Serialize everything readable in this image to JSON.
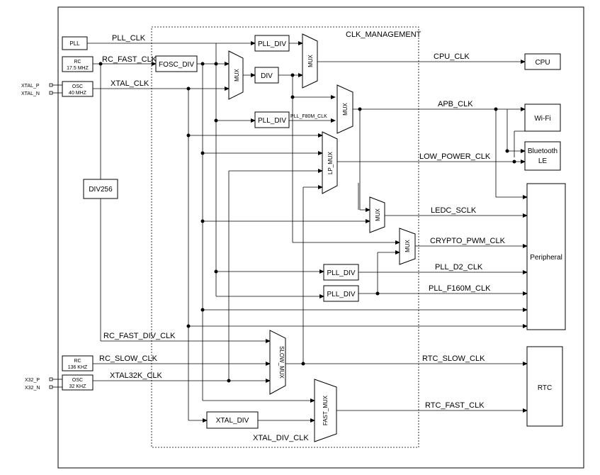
{
  "region_label": "CLK_MANAGEMENT",
  "sources": {
    "pll": "PLL",
    "rc_fast": [
      "RC",
      "17.5 MHZ"
    ],
    "osc40": [
      "OSC",
      "40 MHZ"
    ],
    "rc_slow": [
      "RC",
      "136 KHZ"
    ],
    "osc32": [
      "OSC",
      "32 KHZ"
    ]
  },
  "pins": {
    "xtal_p": "XTAL_P",
    "xtal_n": "XTAL_N",
    "x32_p": "X32_P",
    "x32_n": "X32_N"
  },
  "blocks": {
    "fosc_div": "FOSC_DIV",
    "pll_div_top": "PLL_DIV",
    "div": "DIV",
    "pll_div_f80": "PLL_DIV",
    "div256": "DIV256",
    "pll_div_d2": "PLL_DIV",
    "pll_div_f160": "PLL_DIV",
    "xtal_div": "XTAL_DIV"
  },
  "muxes": {
    "mux1": "MUX",
    "mux2": "MUX",
    "mux_apb": "MUX",
    "lp_mux": "LP_MUX",
    "mux_ledc": "MUX",
    "mux_crypto": "MUX",
    "slow_mux": "SLOW_MUX",
    "fast_mux": "FAST_MUX"
  },
  "destinations": {
    "cpu": "CPU",
    "wifi": "Wi-Fi",
    "bt": [
      "Bluetooth",
      "LE"
    ],
    "peripheral": "Peripheral",
    "rtc": "RTC"
  },
  "signals": {
    "pll_clk": "PLL_CLK",
    "rc_fast_clk": "RC_FAST_CLK",
    "xtal_clk": "XTAL_CLK",
    "pll_f80m_clk": "PLL_F80M_CLK",
    "cpu_clk": "CPU_CLK",
    "apb_clk": "APB_CLK",
    "low_power_clk": "LOW_POWER_CLK",
    "ledc_sclk": "LEDC_SCLK",
    "crypto_pwm_clk": "CRYPTO_PWM_CLK",
    "pll_d2_clk": "PLL_D2_CLK",
    "pll_f160m_clk": "PLL_F160M_CLK",
    "rc_fast_div_clk": "RC_FAST_DIV_CLK",
    "rc_slow_clk": "RC_SLOW_CLK",
    "xtal32k_clk": "XTAL32K_CLK",
    "rtc_slow_clk": "RTC_SLOW_CLK",
    "rtc_fast_clk": "RTC_FAST_CLK",
    "xtal_div_clk": "XTAL_DIV_CLK"
  }
}
